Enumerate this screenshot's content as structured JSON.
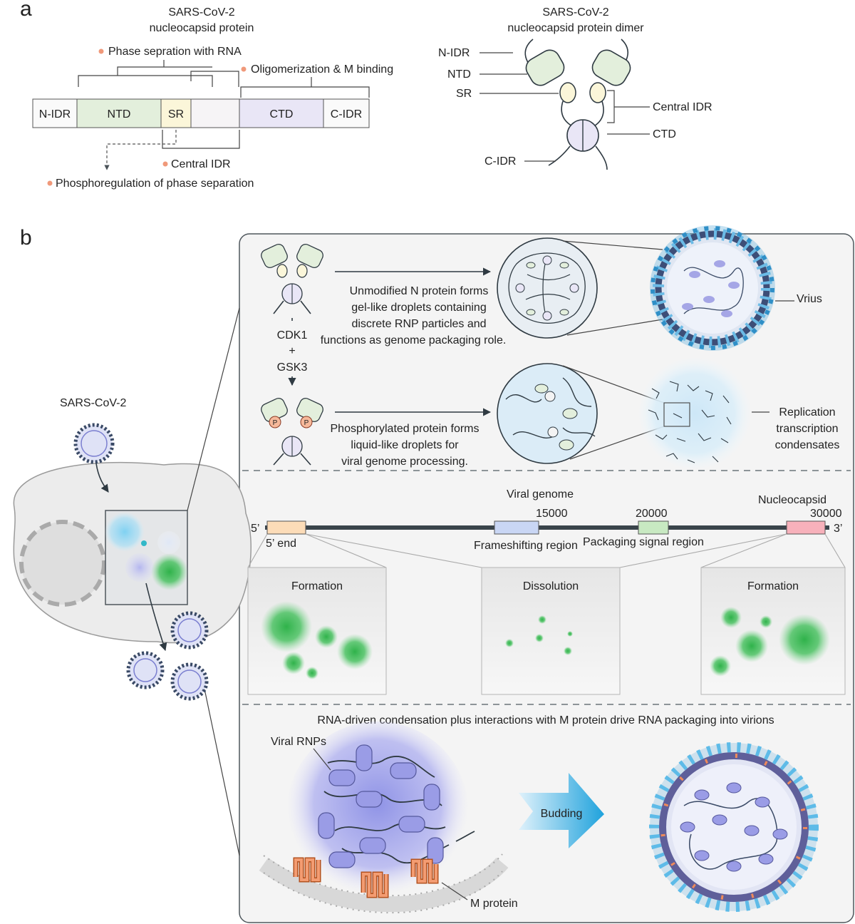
{
  "panel_a": {
    "letter": "a",
    "protein_title": [
      "SARS-CoV-2",
      "nucleocapsid protein"
    ],
    "dimer_title": [
      "SARS-CoV-2",
      "nucleocapsid protein dimer"
    ],
    "domains": [
      "N-IDR",
      "NTD",
      "SR",
      "CTD",
      "C-IDR"
    ],
    "annotations": {
      "phase_separation": "Phase sepration with RNA",
      "oligomerization": "Oligomerization & M binding",
      "central_idr": "Central IDR",
      "phosphoregulation": "Phosphoregulation of phase separation"
    },
    "dimer_labels": {
      "n_idr": "N-IDR",
      "ntd": "NTD",
      "sr": "SR",
      "central_idr": "Central IDR",
      "ctd": "CTD",
      "c_idr": "C-IDR"
    },
    "colors": {
      "ntd": "#e3efdc",
      "sr": "#fbf6d9",
      "linker": "#f6f4f6",
      "ctd": "#e9e6f6",
      "idr": "#fafafa",
      "bullet": "#f0997a"
    }
  },
  "panel_b": {
    "letter": "b",
    "virus_label": "SARS-CoV-2",
    "unmodified_text": [
      "Unmodified N protein forms",
      "gel-like droplets containing",
      "discrete RNP particles and",
      "functions as genome packaging role."
    ],
    "kinases": [
      "CDK1",
      "+",
      "GSK3"
    ],
    "phosphorylated_text": [
      "Phosphorylated protein forms",
      "liquid-like droplets for",
      "viral genome processing."
    ],
    "phospho_mark": "P",
    "virus_callout": "Vrius",
    "condensate_callout": [
      "Replication",
      "transcription",
      "condensates"
    ],
    "genome": {
      "title": "Viral genome",
      "five_prime": "5’",
      "three_prime": "3’",
      "regions": {
        "five_end": "5’ end",
        "frameshifting": "Frameshifting region",
        "packaging": "Packaging signal region",
        "nucleocapsid": "Nucleocapsid"
      },
      "positions": [
        "15000",
        "20000",
        "30000"
      ]
    },
    "droplet_boxes": [
      "Formation",
      "Dissolution",
      "Formation"
    ],
    "packaging_title": "RNA-driven condensation plus interactions with M protein drive RNA packaging into virions",
    "viral_rnps": "Viral RNPs",
    "budding": "Budding",
    "m_protein": "M protein"
  }
}
